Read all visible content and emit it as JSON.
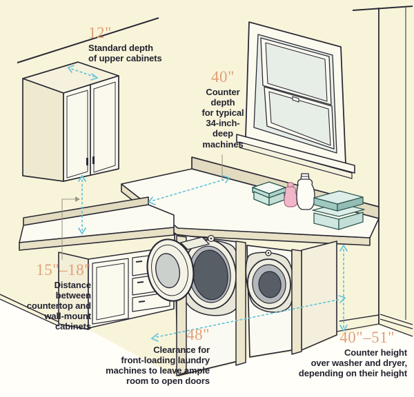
{
  "figure": {
    "type": "laundry-room-dimensions-diagram"
  },
  "annotations": {
    "upper_cabinet_depth": {
      "value": "12\"",
      "label": "Standard depth\nof upper cabinets"
    },
    "counter_depth": {
      "value": "40\"",
      "label": "Counter\ndepth\nfor typical\n34-inch-\ndeep\nmachines"
    },
    "countertop_to_cabinet": {
      "value": "15\"–18\"",
      "label": "Distance\nbetween\ncountertop and\nwall-mount\ncabinets"
    },
    "door_clearance": {
      "value": "48\"",
      "label": "Clearance for\nfront-loading laundry\nmachines to leave ample\nroom to open doors"
    },
    "counter_height": {
      "value": "40\"–51\"",
      "label": "Counter height\nover washer and dryer,\ndepending on their height"
    }
  },
  "colors": {
    "wall": "#f8f4da",
    "floor": "#fffef8",
    "line": "#2a2a35",
    "accent_number": "#dfa077",
    "label_text": "#232330",
    "arrow_blue": "#62c3d8",
    "counter_edge": "#e8e1c6",
    "drum_dark": "#575e66",
    "box_teal": "#cfe7e0",
    "bottle_pink": "#f2b6c9"
  }
}
